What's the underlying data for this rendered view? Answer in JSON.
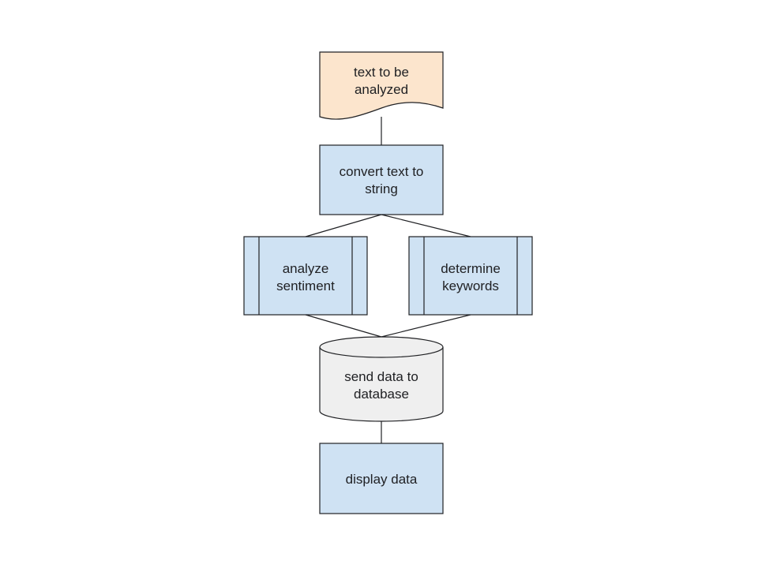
{
  "colors": {
    "document_fill": "#fce5cd",
    "process_fill": "#cfe2f3",
    "database_fill": "#efefef",
    "stroke": "#202124",
    "text": "#202124"
  },
  "nodes": {
    "input_document": {
      "line1": "text to be",
      "line2": "analyzed"
    },
    "convert_process": {
      "line1": "convert text to",
      "line2": "string"
    },
    "sentiment_subprocess": {
      "line1": "analyze",
      "line2": "sentiment"
    },
    "keywords_subprocess": {
      "line1": "determine",
      "line2": "keywords"
    },
    "database": {
      "line1": "send data to",
      "line2": "database"
    },
    "display_process": {
      "line1": "display data"
    }
  }
}
